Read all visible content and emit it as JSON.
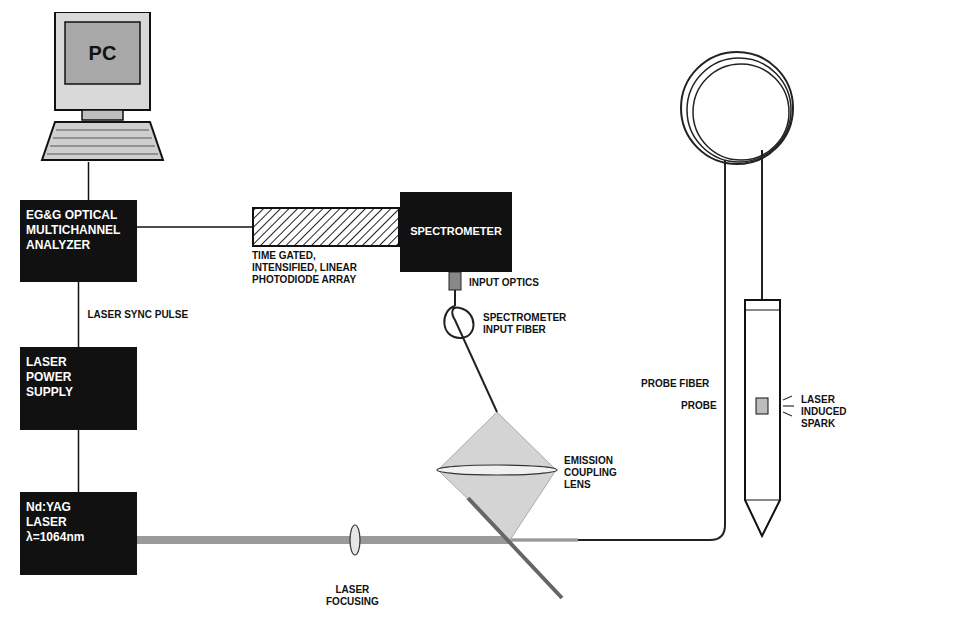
{
  "diagram": {
    "nodes": [
      {
        "text": [
          "PC"
        ]
      },
      {
        "text": [
          "EG&G OPTICAL MULTICHANNEL ANALYZER"
        ]
      },
      {
        "text": [
          "LASER POWER SUPPLY"
        ]
      },
      {
        "text": [
          "Nd:YAG LASER λ=1064nm"
        ]
      },
      {
        "text": [
          "SPECTROMETER"
        ]
      },
      {
        "text": [
          "TIME GATED, INTENSIFIED, LINEAR PHOTODIODE ARRAY"
        ]
      }
    ],
    "edges": [
      {
        "from": 0,
        "to": 1,
        "arrow": "none"
      },
      {
        "from": 1,
        "to": 2,
        "label": "LASER SYNC PULSE",
        "arrow": "none"
      },
      {
        "from": 2,
        "to": 3,
        "arrow": "none"
      },
      {
        "from": 1,
        "to": 5,
        "arrow": "none"
      }
    ],
    "labels": [
      "INPUT OPTICS",
      "SPECTROMETER INPUT FIBER",
      "EMISSION COUPLING LENS",
      "LASER FOCUSING",
      "PROBE FIBER",
      "PROBE",
      "LASER INDUCED SPARK"
    ]
  }
}
